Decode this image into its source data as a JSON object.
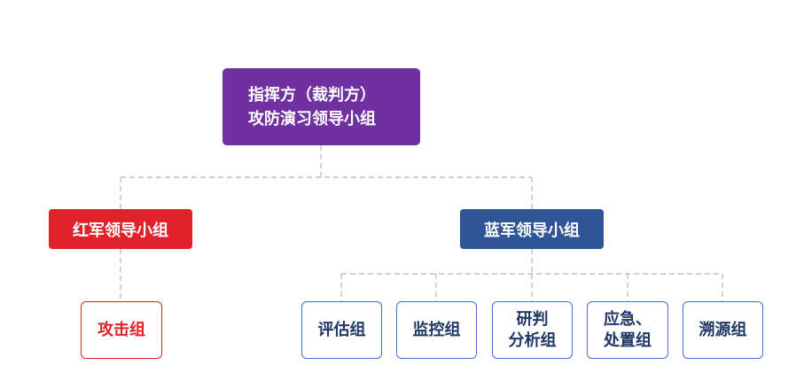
{
  "root": {
    "line1": "指挥方（裁判方）",
    "line2": "攻防演习领导小组"
  },
  "red_team": {
    "label": "红军领导小组",
    "children": [
      {
        "label": "攻击组"
      }
    ]
  },
  "blue_team": {
    "label": "蓝军领导小组",
    "children": [
      {
        "label": "评估组"
      },
      {
        "label": "监控组"
      },
      {
        "line1": "研判",
        "line2": "分析组"
      },
      {
        "line1": "应急、",
        "line2": "处置组"
      },
      {
        "label": "溯源组"
      }
    ]
  },
  "colors": {
    "root": "#7030a0",
    "red": "#e0222b",
    "blue": "#2f5597",
    "leaf_border": "#4472c4",
    "leaf_text": "#203864",
    "connector": "#b3b3b3"
  }
}
